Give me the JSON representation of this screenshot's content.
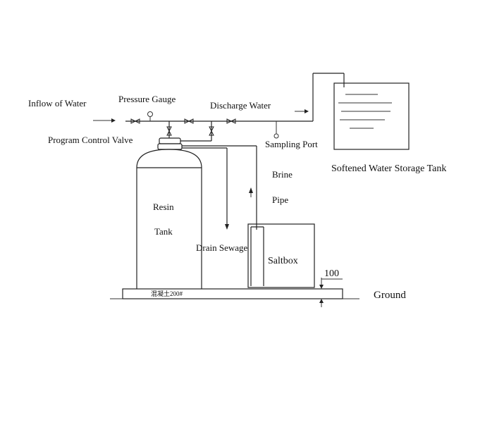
{
  "labels": {
    "inflow": "Inflow of Water",
    "pressure_gauge": "Pressure Gauge",
    "discharge": "Discharge Water",
    "program_valve": "Program Control Valve",
    "sampling_port": "Sampling Port",
    "brine_line1": "Brine",
    "brine_line2": "Pipe",
    "softened_tank": "Softened Water Storage Tank",
    "resin_line1": "Resin",
    "resin_line2": "Tank",
    "drain": "Drain Sewage",
    "saltbox": "Saltbox",
    "ground": "Ground",
    "dimension": "100",
    "foundation_note": "混凝土200#"
  }
}
